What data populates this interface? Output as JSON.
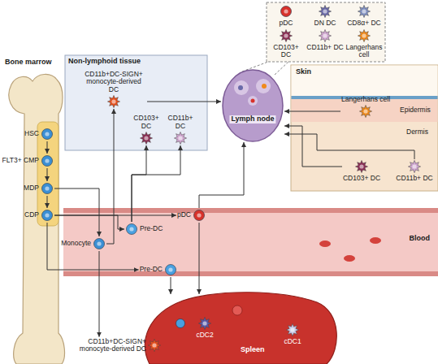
{
  "diagram": {
    "nodes": [
      {
        "text": [
          "Bone marrow"
        ]
      },
      {
        "text": [
          "HSC"
        ],
        "in": 0
      },
      {
        "text": [
          "FLT3+ CMP"
        ],
        "in": 0
      },
      {
        "text": [
          "MDP"
        ],
        "in": 0
      },
      {
        "text": [
          "CDP"
        ],
        "in": 0
      },
      {
        "text": [
          "Non-lymphoid tissue"
        ]
      },
      {
        "text": [
          "CD11b+DC-SIGN+ monocyte-derived DC"
        ],
        "in": 5
      },
      {
        "text": [
          "CD103+ DC"
        ],
        "in": 5
      },
      {
        "text": [
          "CD11b+ DC"
        ],
        "in": 5
      },
      {
        "text": [
          "pDC"
        ]
      },
      {
        "text": [
          "DN DC"
        ]
      },
      {
        "text": [
          "CD8α+ DC"
        ]
      },
      {
        "text": [
          "CD103+ DC"
        ]
      },
      {
        "text": [
          "CD11b+ DC"
        ]
      },
      {
        "text": [
          "Langerhans cell"
        ]
      },
      {
        "text": [
          "Lymph node"
        ]
      },
      {
        "text": [
          "Skin"
        ]
      },
      {
        "text": [
          "Langerhans cell"
        ],
        "in": 16
      },
      {
        "text": [
          "CD103+ DC"
        ],
        "in": 16
      },
      {
        "text": [
          "CD11b+ DC"
        ],
        "in": 16
      },
      {
        "text": [
          "Blood"
        ]
      },
      {
        "text": [
          "Monocyte"
        ],
        "in": 20
      },
      {
        "text": [
          "Pre-DC"
        ],
        "in": 20
      },
      {
        "text": [
          "pDC"
        ],
        "in": 20
      },
      {
        "text": [
          "Pre-DC"
        ],
        "in": 20
      },
      {
        "text": [
          "Spleen"
        ]
      },
      {
        "text": [
          "cDC2"
        ],
        "in": 25
      },
      {
        "text": [
          "cDC1"
        ],
        "in": 25
      },
      {
        "text": [
          "CD11b+DC-SIGN+ monocyte-derived DC"
        ],
        "in": 25
      }
    ],
    "edges": [
      {
        "from": 1,
        "to": 2,
        "arrow": "to"
      },
      {
        "from": 2,
        "to": 3,
        "arrow": "to"
      },
      {
        "from": 3,
        "to": 4,
        "arrow": "to"
      },
      {
        "from": 3,
        "to": 21,
        "arrow": "to"
      },
      {
        "from": 4,
        "to": 23,
        "arrow": "to"
      },
      {
        "from": 4,
        "to": 22,
        "arrow": "to"
      },
      {
        "from": 4,
        "to": 24,
        "arrow": "to"
      },
      {
        "from": 21,
        "to": 6,
        "arrow": "to"
      },
      {
        "from": 21,
        "to": 28,
        "arrow": "to"
      },
      {
        "from": 22,
        "to": 7,
        "arrow": "to"
      },
      {
        "from": 22,
        "to": 8,
        "arrow": "to"
      },
      {
        "from": 6,
        "to": 15,
        "arrow": "to"
      },
      {
        "from": 23,
        "to": 15,
        "arrow": "to"
      },
      {
        "from": 23,
        "to": 25,
        "arrow": "to"
      },
      {
        "from": 24,
        "to": 25,
        "arrow": "to"
      },
      {
        "from": 17,
        "to": 15,
        "arrow": "to"
      },
      {
        "from": 18,
        "to": 15,
        "arrow": "to"
      },
      {
        "from": 19,
        "to": 15,
        "arrow": "to"
      }
    ],
    "labels": [
      "Epidermis",
      "Dermis"
    ]
  }
}
